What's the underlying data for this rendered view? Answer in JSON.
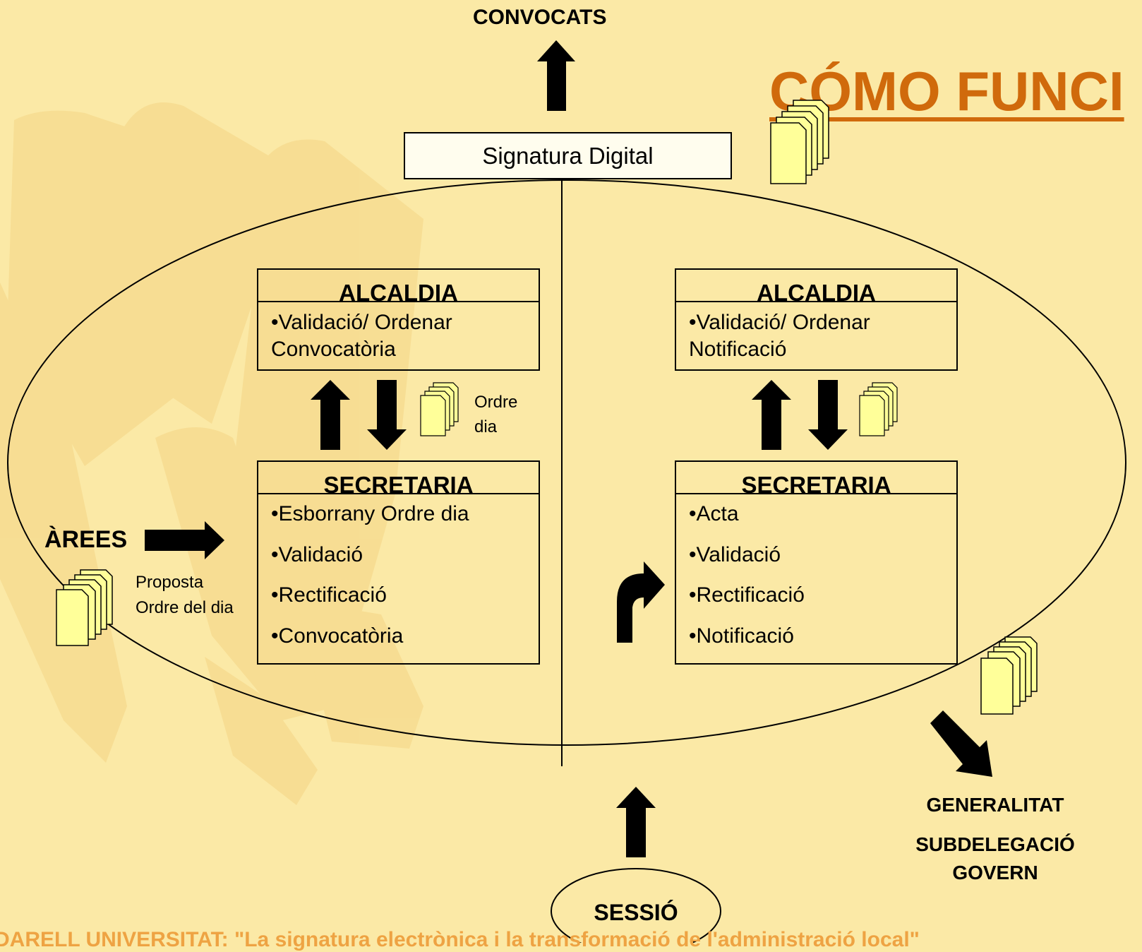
{
  "title": "CÓMO FUNCI",
  "footer": "DARELL UNIVERSITAT: \"La signatura electrònica i la transformació de l'administració local\"",
  "top_target": "CONVOCATS",
  "signature_box": "Signatura Digital",
  "left": {
    "alcaldia": {
      "title": "ALCALDIA",
      "lines": [
        "•Validació/ Ordenar",
        "Convocatòria"
      ]
    },
    "doc_label": [
      "Ordre",
      "dia"
    ],
    "secretaria": {
      "title": "SECRETARIA",
      "items": [
        "•Esborrany Ordre dia",
        "•Validació",
        "•Rectificació",
        "•Convocatòria"
      ]
    },
    "source": "ÀREES",
    "source_doc_label": [
      "Proposta",
      "Ordre del dia"
    ]
  },
  "right": {
    "alcaldia": {
      "title": "ALCALDIA",
      "lines": [
        "•Validació/ Ordenar",
        "Notificació"
      ]
    },
    "secretaria": {
      "title": "SECRETARIA",
      "items": [
        "•Acta",
        "•Validació",
        "•Rectificació",
        "•Notificació"
      ]
    }
  },
  "outputs": [
    "GENERALITAT",
    "SUBDELEGACIÓ",
    "GOVERN"
  ],
  "session": "SESSIÓ",
  "colors": {
    "background": "#FBE9A6",
    "title": "#D06A0C",
    "footer": "#EEA343",
    "document": "#FFFF99"
  },
  "icons": [
    "arrow-up-icon",
    "arrow-down-icon",
    "arrow-right-icon",
    "arrow-diagonal-icon",
    "turn-right-arrow-icon",
    "document-stack-icon"
  ]
}
